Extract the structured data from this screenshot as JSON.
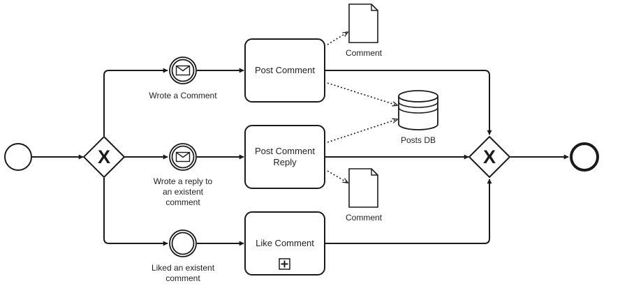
{
  "diagram": {
    "type": "BPMN process",
    "colors": {
      "stroke": "#1a1a1a",
      "fill": "#ffffff",
      "text": "#222222"
    },
    "events": {
      "start": {
        "kind": "start-event",
        "label": ""
      },
      "end": {
        "kind": "end-event",
        "label": ""
      },
      "wrote_comment": {
        "kind": "intermediate-message-catch",
        "label": "Wrote a Comment"
      },
      "wrote_reply": {
        "kind": "intermediate-message-catch",
        "label_lines": [
          "Wrote a reply to",
          "an existent",
          "comment"
        ]
      },
      "liked_comment": {
        "kind": "intermediate-event",
        "label_lines": [
          "Liked an existent",
          "comment"
        ]
      }
    },
    "gateways": {
      "split": {
        "kind": "exclusive-gateway",
        "symbol": "X"
      },
      "join": {
        "kind": "exclusive-gateway",
        "symbol": "X"
      }
    },
    "tasks": {
      "post_comment": {
        "label_lines": [
          "Post Comment"
        ]
      },
      "post_reply": {
        "label_lines": [
          "Post Comment",
          "Reply"
        ]
      },
      "like_comment": {
        "label_lines": [
          "Like Comment"
        ],
        "marker": "collapsed-subprocess"
      }
    },
    "data_objects": {
      "comment_out_1": {
        "label": "Comment"
      },
      "comment_out_2": {
        "label": "Comment"
      }
    },
    "data_stores": {
      "posts_db": {
        "label": "Posts DB"
      }
    },
    "sequence_flows": [
      {
        "from": "start",
        "to": "split"
      },
      {
        "from": "split",
        "to": "wrote_comment"
      },
      {
        "from": "split",
        "to": "wrote_reply"
      },
      {
        "from": "split",
        "to": "liked_comment"
      },
      {
        "from": "wrote_comment",
        "to": "post_comment"
      },
      {
        "from": "wrote_reply",
        "to": "post_reply"
      },
      {
        "from": "liked_comment",
        "to": "like_comment"
      },
      {
        "from": "post_comment",
        "to": "join"
      },
      {
        "from": "post_reply",
        "to": "join"
      },
      {
        "from": "like_comment",
        "to": "join"
      },
      {
        "from": "join",
        "to": "end"
      }
    ],
    "associations": [
      {
        "from": "post_comment",
        "to": "comment_out_1"
      },
      {
        "from": "post_comment",
        "to": "posts_db"
      },
      {
        "from": "post_reply",
        "to": "posts_db"
      },
      {
        "from": "post_reply",
        "to": "comment_out_2"
      }
    ]
  }
}
